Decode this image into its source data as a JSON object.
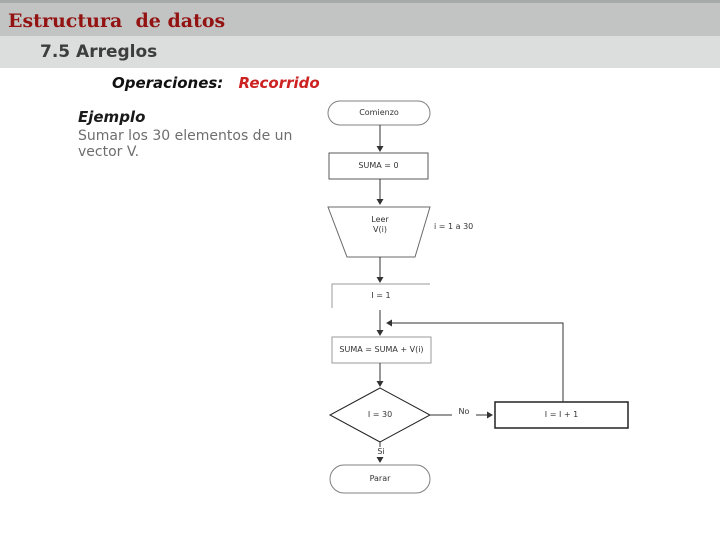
{
  "header": {
    "title": "Estructura  de datos",
    "section": "7.5 Arreglos"
  },
  "subtitle": {
    "label": "Operaciones: ",
    "highlight": "Recorrido"
  },
  "example": {
    "heading": "Ejemplo",
    "line1": "Sumar los 30 elementos de un",
    "line2": "vector V."
  },
  "flowchart": {
    "nodes": {
      "start": "Comienzo",
      "init_suma": "SUMA = 0",
      "read_line1": "Leer",
      "read_line2": "V(i)",
      "loop_note": "i = 1 a 30",
      "init_i": "I = 1",
      "accumulate": "SUMA = SUMA + V(i)",
      "condition": "I = 30",
      "increment": "I = I + 1",
      "end": "Parar"
    },
    "edge_labels": {
      "no": "No",
      "si": "Si"
    }
  },
  "colors": {
    "header_bar": "#c1c4c3",
    "section_bar": "#dcdedd",
    "title_red": "#931212",
    "highlight_red": "#cc2222",
    "body_gray": "#6e6e6e",
    "line_dark": "#333333"
  }
}
